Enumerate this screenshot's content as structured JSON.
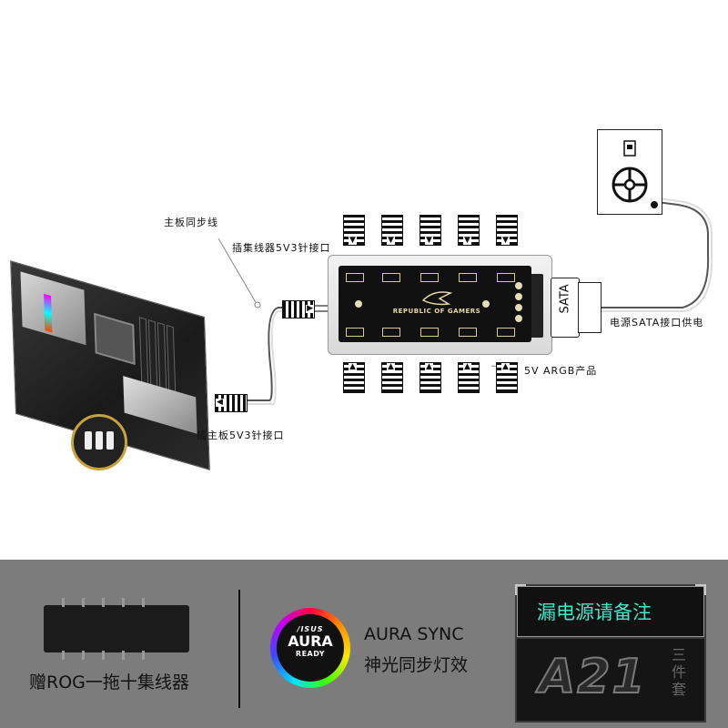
{
  "diagram": {
    "label_mb_sync": "主板同步线",
    "label_hub_port": "插集线器5V3针接口",
    "label_mb_port": "插主板5V3针接口",
    "label_argb": "5V ARGB产品",
    "label_power": "电源SATA接口供电",
    "sata_plug": "SATA",
    "hub_logo": "REPUBLIC OF GAMERS"
  },
  "bottom": {
    "gift_text": "赠ROG一拖十集线器",
    "aura_logo": {
      "brand": "/ISUS",
      "name": "AURA",
      "status": "READY"
    },
    "aura_title": "AURA SYNC",
    "aura_subtitle": "神光同步灯效",
    "note": "漏电源请备注",
    "model": "A21",
    "set_label": "三件套"
  }
}
